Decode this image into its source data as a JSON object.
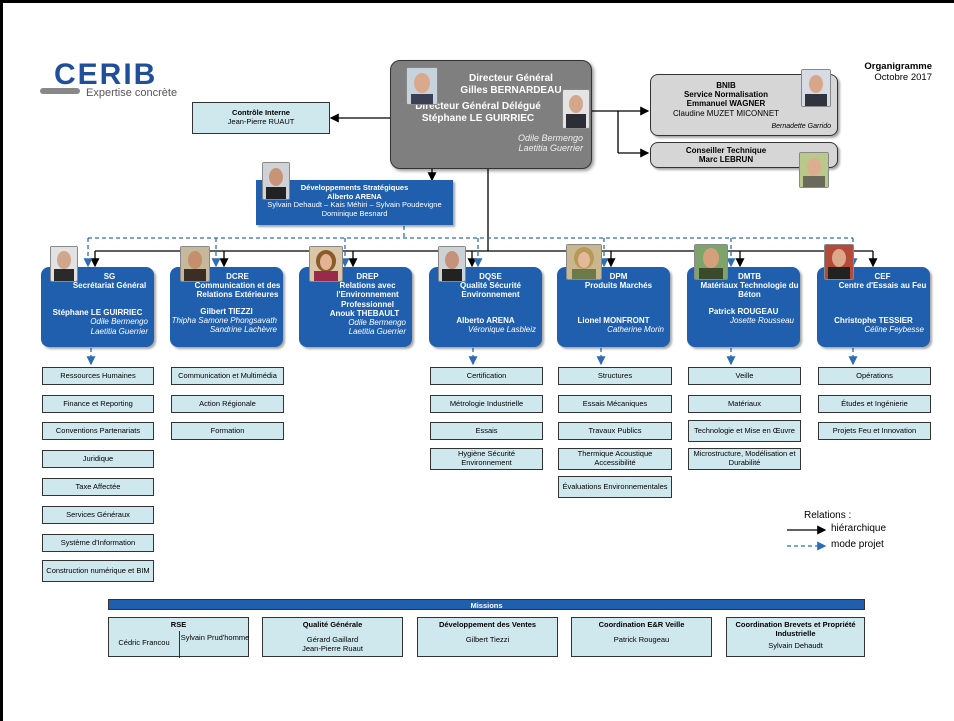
{
  "logo": {
    "text": "CERIB",
    "tagline": "Expertise concrète"
  },
  "header": {
    "title": "Organigramme",
    "date": "Octobre 2017"
  },
  "top": {
    "role1": "Directeur Général",
    "name1": "Gilles BERNARDEAU",
    "role2": "Directeur Général Délégué",
    "name2": "Stéphane LE GUIRRIEC",
    "asst1": "Odile Bermengo",
    "asst2": "Laetitia Guerrier"
  },
  "controle": {
    "title": "Contrôle Interne",
    "name": "Jean-Pierre RUAUT"
  },
  "bnib": {
    "code": "BNIB",
    "title": "Service Normalisation",
    "head": "Emmanuel WAGNER",
    "deputy": "Claudine MUZET MICONNET",
    "asst": "Bernadette Garrido"
  },
  "conseiller": {
    "title": "Conseiller Technique",
    "name": "Marc LEBRUN"
  },
  "devstrat": {
    "title": "Développements Stratégiques",
    "head": "Alberto ARENA",
    "members1": "Sylvain Dehaudt – Kais Méhiri – Sylvain Poudevigne",
    "members2": "Dominique Besnard"
  },
  "departments": [
    {
      "code": "SG",
      "title": "Secrétariat Général",
      "head": "Stéphane LE GUIRRIEC",
      "asst1": "Odile Bermengo",
      "asst2": "Laetitia Guerrier"
    },
    {
      "code": "DCRE",
      "title": "Communication et des Relations Extérieures",
      "head": "Gilbert TIEZZI",
      "asst1": "Thipha Samone Phongsavath",
      "asst2": "Sandrine Lachèvre"
    },
    {
      "code": "DREP",
      "title": "Relations avec l'Environnement Professionnel",
      "head": "Anouk THEBAULT",
      "asst1": "Odile Bermengo",
      "asst2": "Laetitia Guerrier"
    },
    {
      "code": "DQSE",
      "title": "Qualité Sécurité Environnement",
      "head": "Alberto ARENA",
      "asst1": "Véronique Lasbleiz",
      "asst2": ""
    },
    {
      "code": "DPM",
      "title": "Produits Marchés",
      "head": "Lionel MONFRONT",
      "asst1": "Catherine Morin",
      "asst2": ""
    },
    {
      "code": "DMTB",
      "title": "Matériaux Technologie du Béton",
      "head": "Patrick ROUGEAU",
      "asst1": "Josette Rousseau",
      "asst2": ""
    },
    {
      "code": "CEF",
      "title": "Centre d'Essais au Feu",
      "head": "Christophe TESSIER",
      "asst1": "Céline Feybesse",
      "asst2": ""
    }
  ],
  "services": [
    [
      "Ressources Humaines",
      "Finance et Reporting",
      "Conventions Partenariats",
      "Juridique",
      "Taxe Affectée",
      "Services Généraux",
      "Système d'Information",
      "Construction numérique et BIM"
    ],
    [
      "Communication et Multimédia",
      "Action Régionale",
      "Formation"
    ],
    [],
    [
      "Certification",
      "Métrologie Industrielle",
      "Essais",
      "Hygiène Sécurité Environnement"
    ],
    [
      "Structures",
      "Essais Mécaniques",
      "Travaux Publics",
      "Thermique Acoustique Accessibilité",
      "Évaluations Environnementales"
    ],
    [
      "Veille",
      "Matériaux",
      "Technologie et Mise en Œuvre",
      "Microstructure, Modélisation et Durabilité"
    ],
    [
      "Opérations",
      "Études et Ingénierie",
      "Projets Feu et Innovation"
    ]
  ],
  "legend": {
    "title": "Relations :",
    "item1": "hiérarchique",
    "item2": "mode projet"
  },
  "missions": {
    "header": "Missions",
    "items": [
      {
        "title": "RSE",
        "name1": "Cédric Francou",
        "name2": "Sylvain Prud'homme"
      },
      {
        "title": "Qualité Générale",
        "name1": "Gérard Gaillard",
        "name2": "Jean-Pierre Ruaut"
      },
      {
        "title": "Développement des Ventes",
        "name1": "Gilbert Tiezzi",
        "name2": ""
      },
      {
        "title": "Coordination E&R Veille",
        "name1": "Patrick Rougeau",
        "name2": ""
      },
      {
        "title": "Coordination Brevets et Propriété Industrielle",
        "name1": "Sylvain Dehaudt",
        "name2": ""
      }
    ]
  },
  "colors": {
    "dept": "#1f5fad",
    "service": "#cfe8ee",
    "grey_main": "#7f7f7f",
    "grey_light": "#d6d6d6",
    "missions_bar": "#1f5fad"
  }
}
